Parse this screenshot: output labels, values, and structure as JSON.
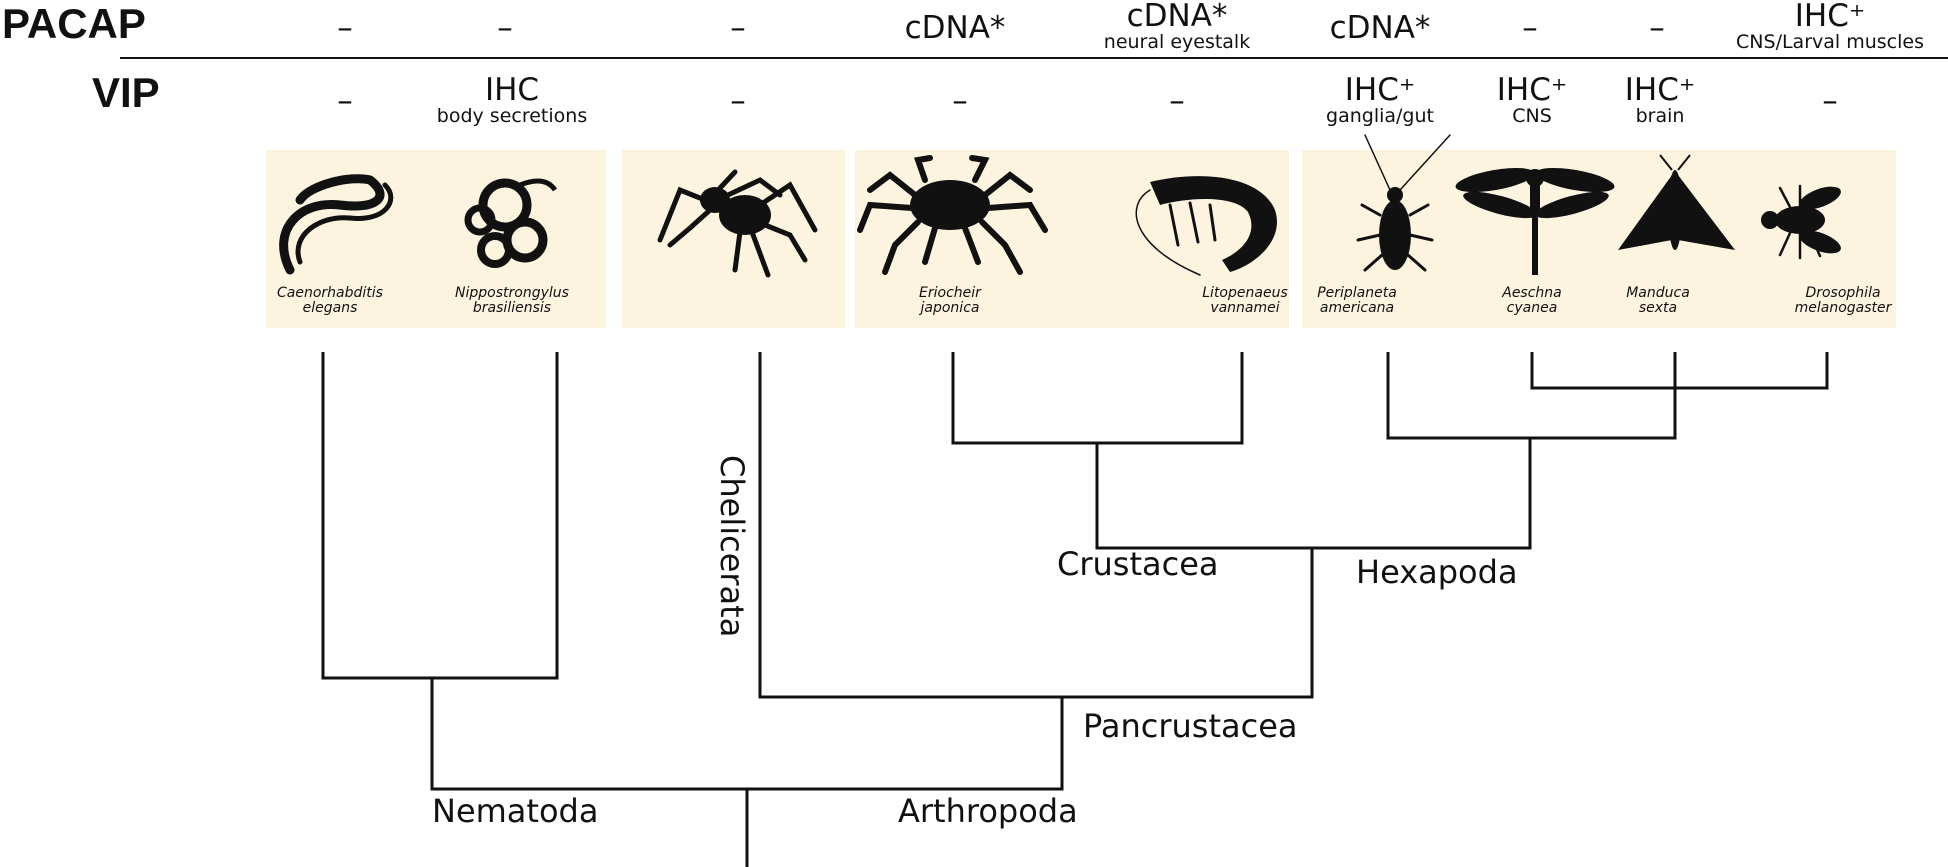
{
  "rows": {
    "pacap": "PACAP",
    "vip": "VIP"
  },
  "pacap": [
    {
      "main": "–",
      "sub": ""
    },
    {
      "main": "–",
      "sub": ""
    },
    {
      "main": "–",
      "sub": ""
    },
    {
      "main": "cDNA*",
      "sub": ""
    },
    {
      "main": "cDNA*",
      "sub": "neural eyestalk"
    },
    {
      "main": "cDNA*",
      "sub": ""
    },
    {
      "main": "–",
      "sub": ""
    },
    {
      "main": "–",
      "sub": ""
    },
    {
      "main": "IHC⁺",
      "sub": "CNS/Larval muscles"
    }
  ],
  "vip": [
    {
      "main": "–",
      "sub": ""
    },
    {
      "main": "IHC",
      "sub": "body secretions"
    },
    {
      "main": "–",
      "sub": ""
    },
    {
      "main": "–",
      "sub": ""
    },
    {
      "main": "–",
      "sub": ""
    },
    {
      "main": "IHC⁺",
      "sub": "ganglia/gut"
    },
    {
      "main": "IHC⁺",
      "sub": "CNS"
    },
    {
      "main": "IHC⁺",
      "sub": "brain"
    },
    {
      "main": "–",
      "sub": ""
    }
  ],
  "species": [
    {
      "line1": "Caenorhabditis",
      "line2": "elegans",
      "icon": "nematode-icon"
    },
    {
      "line1": "Nippostrongylus",
      "line2": "brasiliensis",
      "icon": "coiled-worm-icon"
    },
    {
      "line1": "",
      "line2": "",
      "icon": "spider-icon"
    },
    {
      "line1": "Eriocheir",
      "line2": "japonica",
      "icon": "crab-icon"
    },
    {
      "line1": "Litopenaeus",
      "line2": "vannamei",
      "icon": "shrimp-icon"
    },
    {
      "line1": "Periplaneta",
      "line2": "americana",
      "icon": "cockroach-icon"
    },
    {
      "line1": "Aeschna",
      "line2": "cyanea",
      "icon": "dragonfly-icon"
    },
    {
      "line1": "Manduca",
      "line2": "sexta",
      "icon": "moth-icon"
    },
    {
      "line1": "Drosophila",
      "line2": "melanogaster",
      "icon": "fly-icon"
    }
  ],
  "clades": {
    "nematoda": "Nematoda",
    "arthropoda": "Arthropoda",
    "pancrustacea": "Pancrustacea",
    "crustacea": "Crustacea",
    "hexapoda": "Hexapoda",
    "chelicerata": "Chelicerata"
  },
  "colors": {
    "panel": "#fdf4e0",
    "ink": "#111111"
  }
}
